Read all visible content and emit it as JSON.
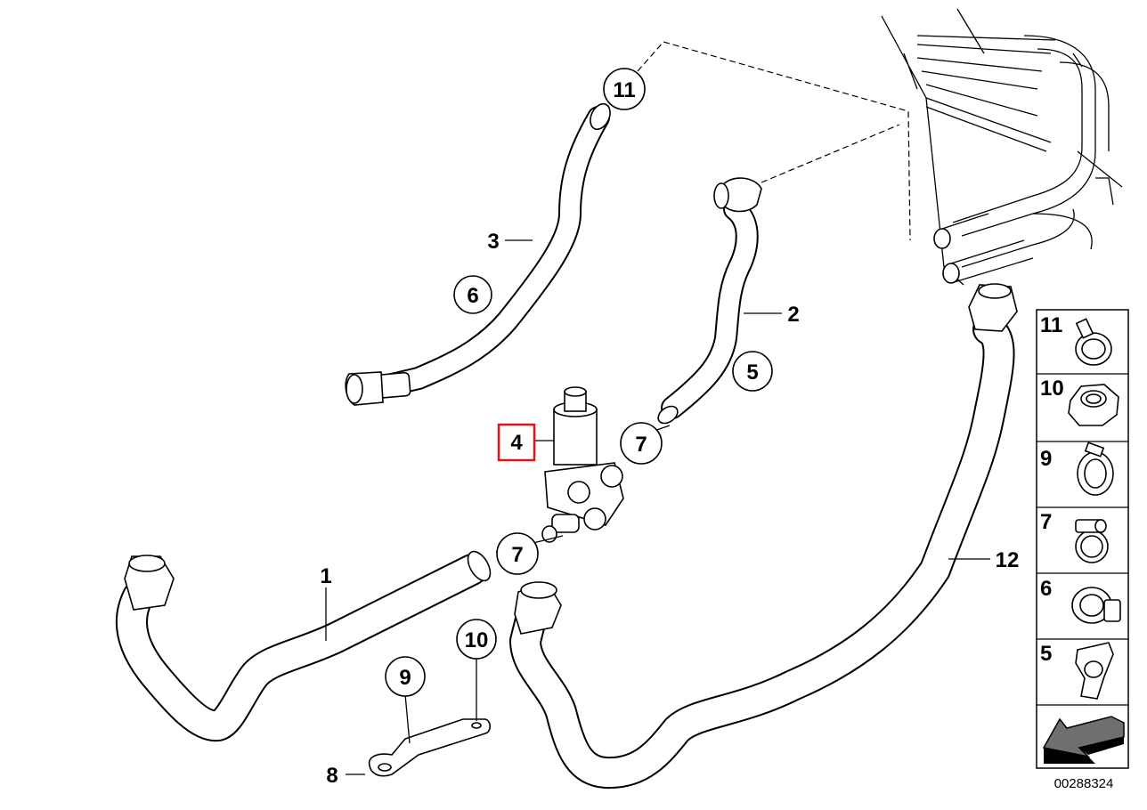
{
  "diagram": {
    "callouts": {
      "c11": "11",
      "c3": "3",
      "c6": "6",
      "c2": "2",
      "c5": "5",
      "c4": "4",
      "c7a": "7",
      "c7b": "7",
      "c1": "1",
      "c12": "12",
      "c10": "10",
      "c9": "9",
      "c8": "8"
    },
    "legend": {
      "rows": [
        {
          "number": "11",
          "icon": "hose-clamp-icon"
        },
        {
          "number": "10",
          "icon": "hex-nut-icon"
        },
        {
          "number": "9",
          "icon": "spring-clip-icon"
        },
        {
          "number": "7",
          "icon": "screw-clamp-icon"
        },
        {
          "number": "6",
          "icon": "hose-clip-icon"
        },
        {
          "number": "5",
          "icon": "bracket-clip-icon"
        }
      ],
      "arrow_icon": "direction-arrow-icon"
    },
    "image_code": "00288324",
    "highlight_color": "#e0141c"
  }
}
